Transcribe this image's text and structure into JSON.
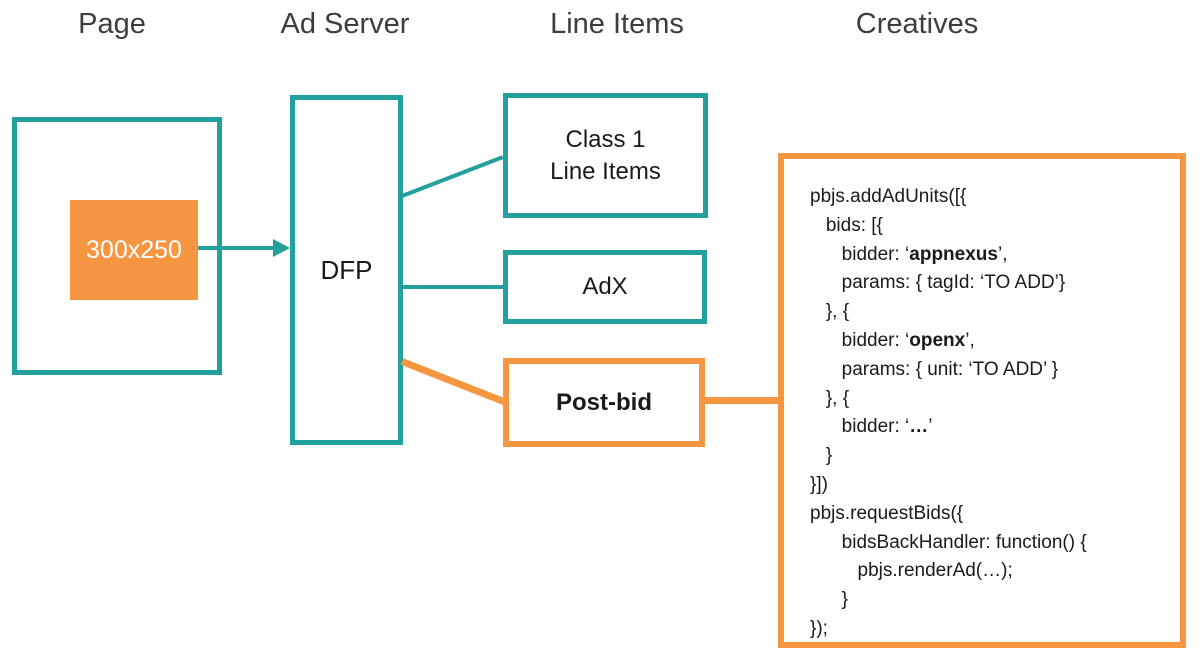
{
  "colors": {
    "teal": "#21A09E",
    "orange": "#F79640",
    "heading": "#3D3D3D",
    "code_text": "#1A1A1A"
  },
  "headers": {
    "page": "Page",
    "ad_server": "Ad Server",
    "line_items": "Line Items",
    "creatives": "Creatives"
  },
  "page": {
    "ad_slot_label": "300x250"
  },
  "ad_server": {
    "dfp_label": "DFP"
  },
  "line_items": {
    "class1_line1": "Class 1",
    "class1_line2": "Line Items",
    "adx_label": "AdX",
    "postbid_label": "Post-bid"
  },
  "creatives": {
    "code_lines": [
      [
        {
          "t": "pbjs.addAdUnits([{"
        }
      ],
      [
        {
          "t": "   bids: [{"
        }
      ],
      [
        {
          "t": "      bidder: ‘"
        },
        {
          "t": "appnexus",
          "b": true
        },
        {
          "t": "’,"
        }
      ],
      [
        {
          "t": "      params: { tagId: ‘TO ADD’}"
        }
      ],
      [
        {
          "t": "   }, {"
        }
      ],
      [
        {
          "t": "      bidder: ‘"
        },
        {
          "t": "openx",
          "b": true
        },
        {
          "t": "’,"
        }
      ],
      [
        {
          "t": "      params: { unit: ‘TO ADD’ }"
        }
      ],
      [
        {
          "t": "   }, {"
        }
      ],
      [
        {
          "t": "      bidder: ‘"
        },
        {
          "t": "…",
          "b": true
        },
        {
          "t": "’"
        }
      ],
      [
        {
          "t": "   }"
        }
      ],
      [
        {
          "t": "}])"
        }
      ],
      [
        {
          "t": "pbjs.requestBids({"
        }
      ],
      [
        {
          "t": "      bidsBackHandler: function() {"
        }
      ],
      [
        {
          "t": "         pbjs.renderAd(…);"
        }
      ],
      [
        {
          "t": "      }"
        }
      ],
      [
        {
          "t": "});"
        }
      ]
    ]
  }
}
